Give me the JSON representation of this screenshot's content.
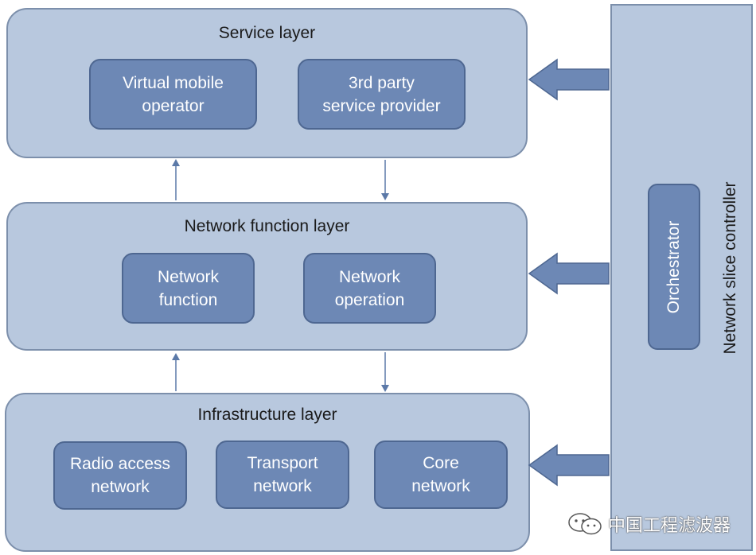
{
  "layers": {
    "service": {
      "title": "Service layer",
      "boxes": [
        "Virtual mobile\noperator",
        "3rd party\nservice provider"
      ]
    },
    "network_function": {
      "title": "Network function layer",
      "boxes": [
        "Network\nfunction",
        "Network\noperation"
      ]
    },
    "infrastructure": {
      "title": "Infrastructure layer",
      "boxes": [
        "Radio access\nnetwork",
        "Transport\nnetwork",
        "Core\nnetwork"
      ]
    }
  },
  "controller": {
    "title": "Network slice controller",
    "orchestrator": "Orchestrator"
  },
  "colors": {
    "layer_fill": "#b8c8de",
    "box_fill": "#6d88b5",
    "arrow": "#6d88b5",
    "connector": "#5b79a8"
  },
  "watermark": {
    "text": "中国工程滤波器"
  }
}
